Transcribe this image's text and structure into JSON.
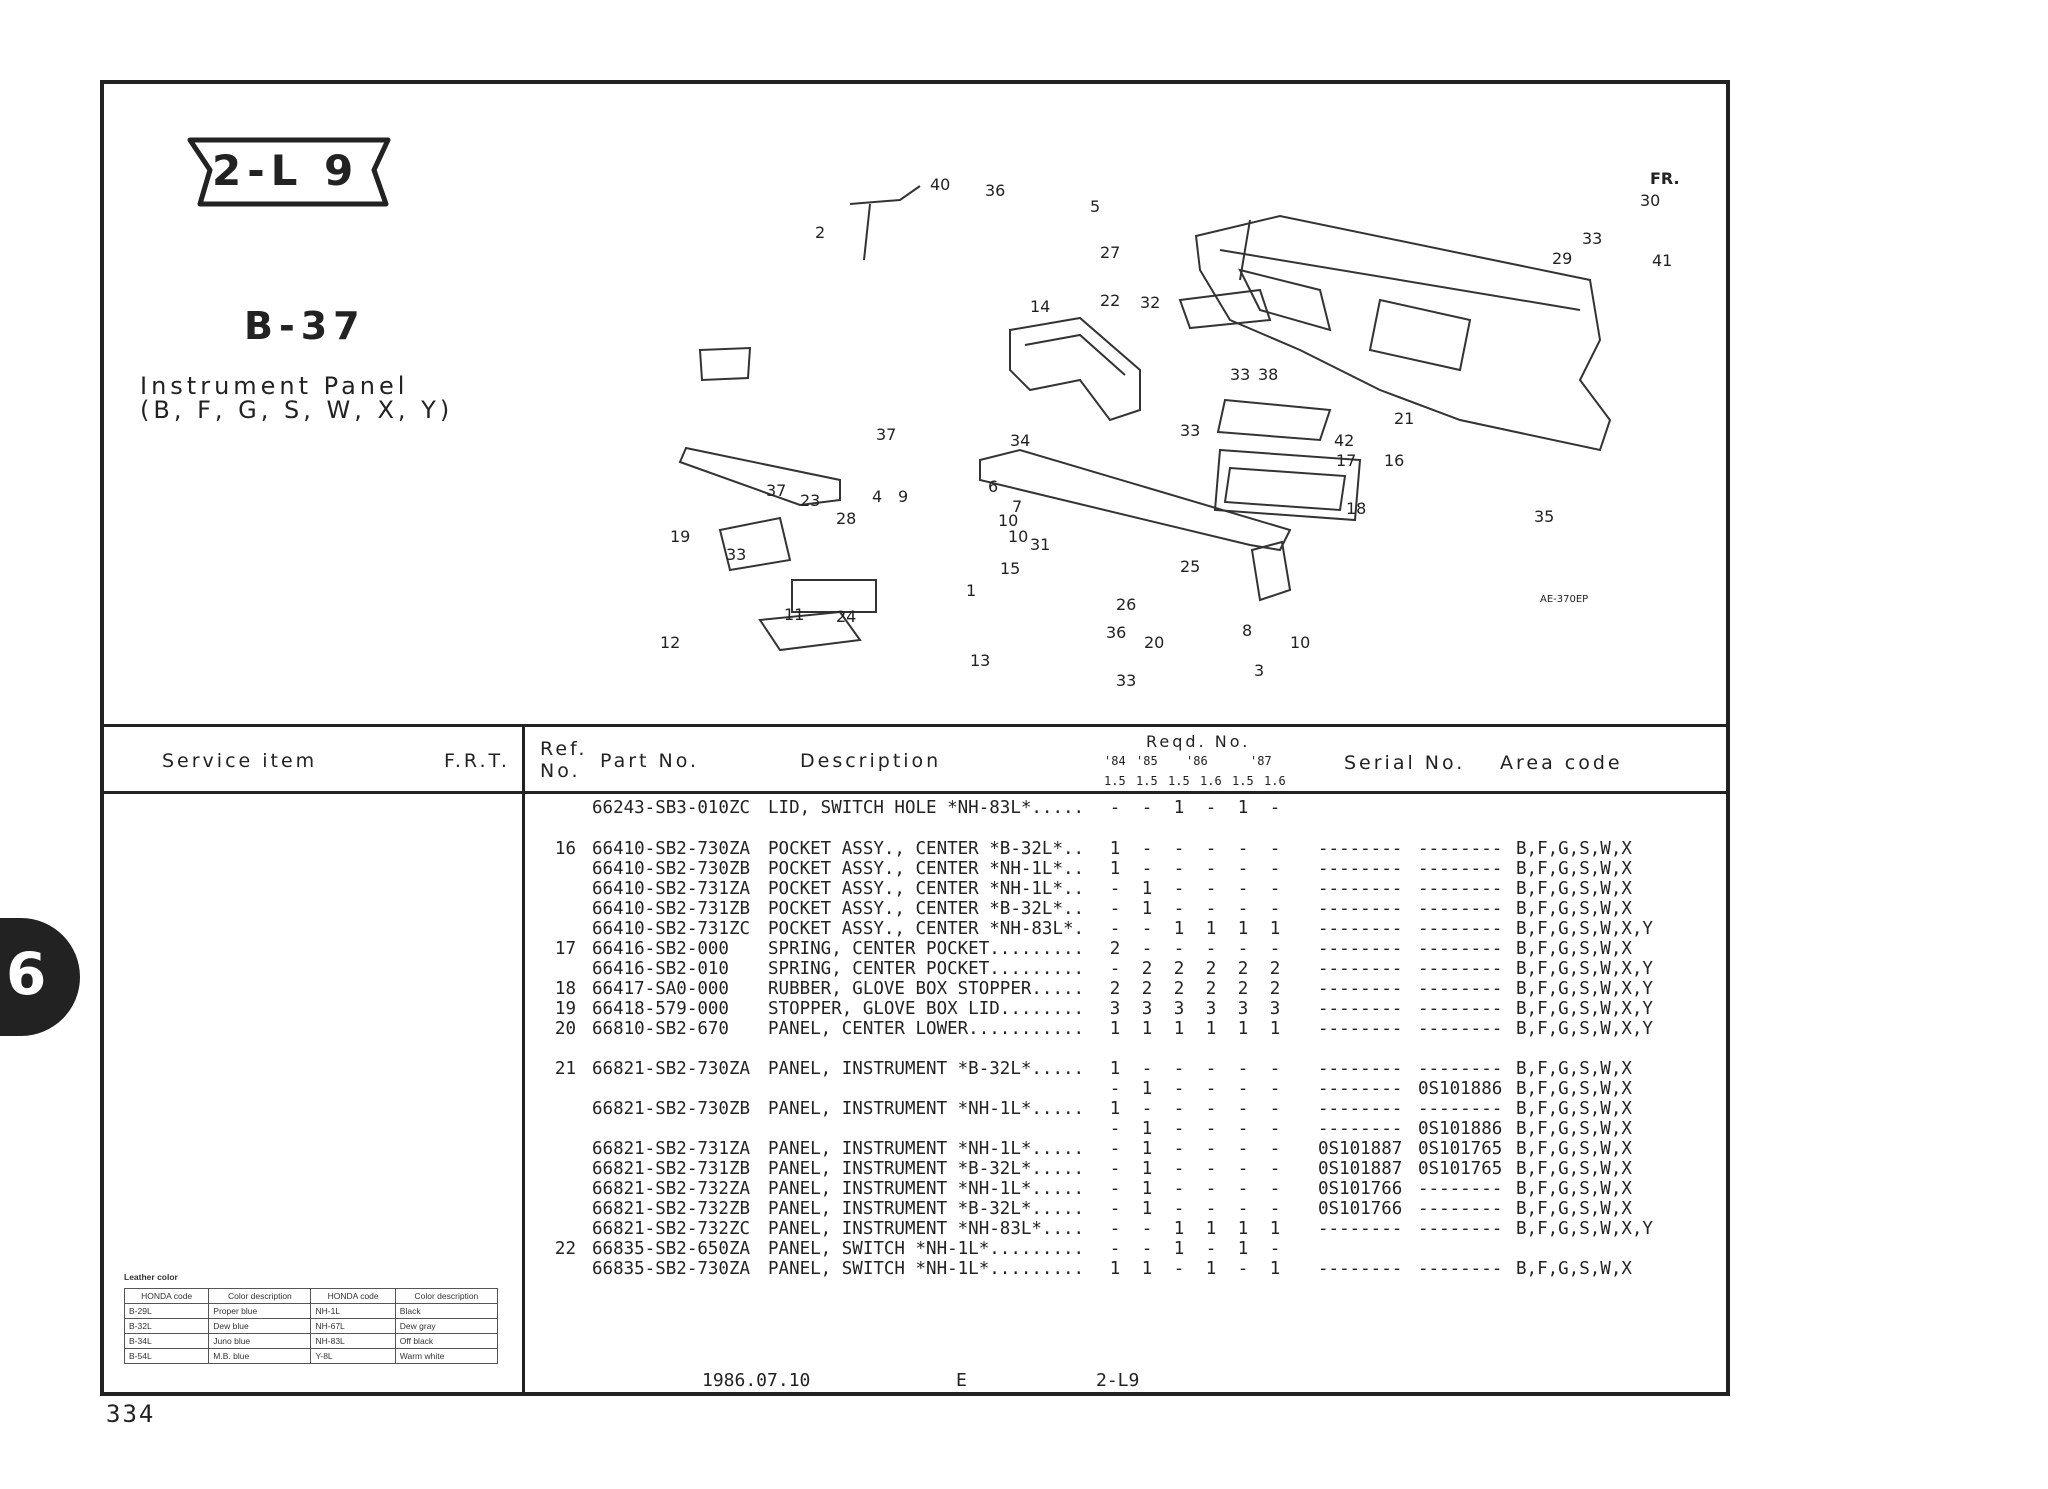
{
  "section_code": "2-L 9",
  "page_title": "B-37",
  "subtitle_line1": "Instrument Panel",
  "subtitle_line2": "(B, F, G, S, W, X, Y)",
  "diagram": {
    "fr_label": "FR.",
    "drawing_code": "AE-370EP",
    "callouts": [
      "40",
      "36",
      "5",
      "30",
      "2",
      "27",
      "33",
      "29",
      "41",
      "14",
      "22",
      "32",
      "33",
      "38",
      "21",
      "37",
      "33",
      "42",
      "17",
      "16",
      "18",
      "34",
      "35",
      "4",
      "9",
      "10",
      "6",
      "7",
      "10",
      "31",
      "37",
      "23",
      "28",
      "19",
      "33",
      "15",
      "1",
      "25",
      "26",
      "11",
      "24",
      "36",
      "20",
      "12",
      "13",
      "33",
      "8",
      "10",
      "3"
    ]
  },
  "table_header": {
    "service_item": "Service  item",
    "frt": "F.R.T.",
    "ref_no_1": "Ref.",
    "ref_no_2": "No.",
    "part_no": "Part No.",
    "description": "Description",
    "reqd_no": "Reqd. No.",
    "years": [
      "'84",
      "'85",
      "'86",
      "'87"
    ],
    "engines": [
      "1.5",
      "1.5",
      "1.5",
      "1.6",
      "1.5",
      "1.6"
    ],
    "serial_no": "Serial No.",
    "area_code": "Area code"
  },
  "rows": [
    {
      "ref": "",
      "part": "66243-SB3-010ZC",
      "desc": "LID, SWITCH HOLE *NH-83L*.....",
      "q": [
        "-",
        "-",
        "1",
        "-",
        "1",
        "-"
      ],
      "s1": "",
      "s2": "",
      "area": ""
    },
    {
      "ref": "16",
      "part": "66410-SB2-730ZA",
      "desc": "POCKET ASSY., CENTER *B-32L*..",
      "q": [
        "1",
        "-",
        "-",
        "-",
        "-",
        "-"
      ],
      "s1": "--------",
      "s2": "--------",
      "area": "B,F,G,S,W,X"
    },
    {
      "ref": "",
      "part": "66410-SB2-730ZB",
      "desc": "POCKET ASSY., CENTER *NH-1L*..",
      "q": [
        "1",
        "-",
        "-",
        "-",
        "-",
        "-"
      ],
      "s1": "--------",
      "s2": "--------",
      "area": "B,F,G,S,W,X"
    },
    {
      "ref": "",
      "part": "66410-SB2-731ZA",
      "desc": "POCKET ASSY., CENTER *NH-1L*..",
      "q": [
        "-",
        "1",
        "-",
        "-",
        "-",
        "-"
      ],
      "s1": "--------",
      "s2": "--------",
      "area": "B,F,G,S,W,X"
    },
    {
      "ref": "",
      "part": "66410-SB2-731ZB",
      "desc": "POCKET ASSY., CENTER *B-32L*..",
      "q": [
        "-",
        "1",
        "-",
        "-",
        "-",
        "-"
      ],
      "s1": "--------",
      "s2": "--------",
      "area": "B,F,G,S,W,X"
    },
    {
      "ref": "",
      "part": "66410-SB2-731ZC",
      "desc": "POCKET ASSY., CENTER *NH-83L*.",
      "q": [
        "-",
        "-",
        "1",
        "1",
        "1",
        "1"
      ],
      "s1": "--------",
      "s2": "--------",
      "area": "B,F,G,S,W,X,Y"
    },
    {
      "ref": "17",
      "part": "66416-SB2-000",
      "desc": "SPRING, CENTER POCKET.........",
      "q": [
        "2",
        "-",
        "-",
        "-",
        "-",
        "-"
      ],
      "s1": "--------",
      "s2": "--------",
      "area": "B,F,G,S,W,X"
    },
    {
      "ref": "",
      "part": "66416-SB2-010",
      "desc": "SPRING, CENTER POCKET.........",
      "q": [
        "-",
        "2",
        "2",
        "2",
        "2",
        "2"
      ],
      "s1": "--------",
      "s2": "--------",
      "area": "B,F,G,S,W,X,Y"
    },
    {
      "ref": "18",
      "part": "66417-SA0-000",
      "desc": "RUBBER, GLOVE BOX STOPPER.....",
      "q": [
        "2",
        "2",
        "2",
        "2",
        "2",
        "2"
      ],
      "s1": "--------",
      "s2": "--------",
      "area": "B,F,G,S,W,X,Y"
    },
    {
      "ref": "19",
      "part": "66418-579-000",
      "desc": "STOPPER, GLOVE BOX LID........",
      "q": [
        "3",
        "3",
        "3",
        "3",
        "3",
        "3"
      ],
      "s1": "--------",
      "s2": "--------",
      "area": "B,F,G,S,W,X,Y"
    },
    {
      "ref": "20",
      "part": "66810-SB2-670",
      "desc": "PANEL, CENTER LOWER...........",
      "q": [
        "1",
        "1",
        "1",
        "1",
        "1",
        "1"
      ],
      "s1": "--------",
      "s2": "--------",
      "area": "B,F,G,S,W,X,Y"
    },
    {
      "ref": "21",
      "part": "66821-SB2-730ZA",
      "desc": "PANEL, INSTRUMENT *B-32L*.....",
      "q": [
        "1",
        "-",
        "-",
        "-",
        "-",
        "-"
      ],
      "s1": "--------",
      "s2": "--------",
      "area": "B,F,G,S,W,X"
    },
    {
      "ref": "",
      "part": "",
      "desc": "",
      "q": [
        "-",
        "1",
        "-",
        "-",
        "-",
        "-"
      ],
      "s1": "--------",
      "s2": "0S101886",
      "area": "B,F,G,S,W,X"
    },
    {
      "ref": "",
      "part": "66821-SB2-730ZB",
      "desc": "PANEL, INSTRUMENT *NH-1L*.....",
      "q": [
        "1",
        "-",
        "-",
        "-",
        "-",
        "-"
      ],
      "s1": "--------",
      "s2": "--------",
      "area": "B,F,G,S,W,X"
    },
    {
      "ref": "",
      "part": "",
      "desc": "",
      "q": [
        "-",
        "1",
        "-",
        "-",
        "-",
        "-"
      ],
      "s1": "--------",
      "s2": "0S101886",
      "area": "B,F,G,S,W,X"
    },
    {
      "ref": "",
      "part": "66821-SB2-731ZA",
      "desc": "PANEL, INSTRUMENT *NH-1L*.....",
      "q": [
        "-",
        "1",
        "-",
        "-",
        "-",
        "-"
      ],
      "s1": "0S101887",
      "s2": "0S101765",
      "area": "B,F,G,S,W,X"
    },
    {
      "ref": "",
      "part": "66821-SB2-731ZB",
      "desc": "PANEL, INSTRUMENT *B-32L*.....",
      "q": [
        "-",
        "1",
        "-",
        "-",
        "-",
        "-"
      ],
      "s1": "0S101887",
      "s2": "0S101765",
      "area": "B,F,G,S,W,X"
    },
    {
      "ref": "",
      "part": "66821-SB2-732ZA",
      "desc": "PANEL, INSTRUMENT *NH-1L*.....",
      "q": [
        "-",
        "1",
        "-",
        "-",
        "-",
        "-"
      ],
      "s1": "0S101766",
      "s2": "--------",
      "area": "B,F,G,S,W,X"
    },
    {
      "ref": "",
      "part": "66821-SB2-732ZB",
      "desc": "PANEL, INSTRUMENT *B-32L*.....",
      "q": [
        "-",
        "1",
        "-",
        "-",
        "-",
        "-"
      ],
      "s1": "0S101766",
      "s2": "--------",
      "area": "B,F,G,S,W,X"
    },
    {
      "ref": "",
      "part": "66821-SB2-732ZC",
      "desc": "PANEL, INSTRUMENT *NH-83L*....",
      "q": [
        "-",
        "-",
        "1",
        "1",
        "1",
        "1"
      ],
      "s1": "--------",
      "s2": "--------",
      "area": "B,F,G,S,W,X,Y"
    },
    {
      "ref": "22",
      "part": "66835-SB2-650ZA",
      "desc": "PANEL, SWITCH *NH-1L*.........",
      "q": [
        "-",
        "-",
        "1",
        "-",
        "1",
        "-"
      ],
      "s1": "",
      "s2": "",
      "area": ""
    },
    {
      "ref": "",
      "part": "66835-SB2-730ZA",
      "desc": "PANEL, SWITCH *NH-1L*.........",
      "q": [
        "1",
        "1",
        "-",
        "1",
        "-",
        "1"
      ],
      "s1": "--------",
      "s2": "--------",
      "area": "B,F,G,S,W,X"
    }
  ],
  "legend": {
    "title": "Leather color",
    "col1": "HONDA code",
    "col2": "Color description",
    "col3": "HONDA code",
    "col4": "Color description",
    "rows": [
      [
        "B-29L",
        "Proper blue",
        "NH-1L",
        "Black"
      ],
      [
        "B-32L",
        "Dew blue",
        "NH-67L",
        "Dew gray"
      ],
      [
        "B-34L",
        "Juno blue",
        "NH-83L",
        "Off black"
      ],
      [
        "B-54L",
        "M.B. blue",
        "Y-8L",
        "Warm white"
      ]
    ]
  },
  "footer": {
    "date": "1986.07.10",
    "edition": "E",
    "code": "2-L9"
  },
  "page_number": "334",
  "section_tab": "6"
}
